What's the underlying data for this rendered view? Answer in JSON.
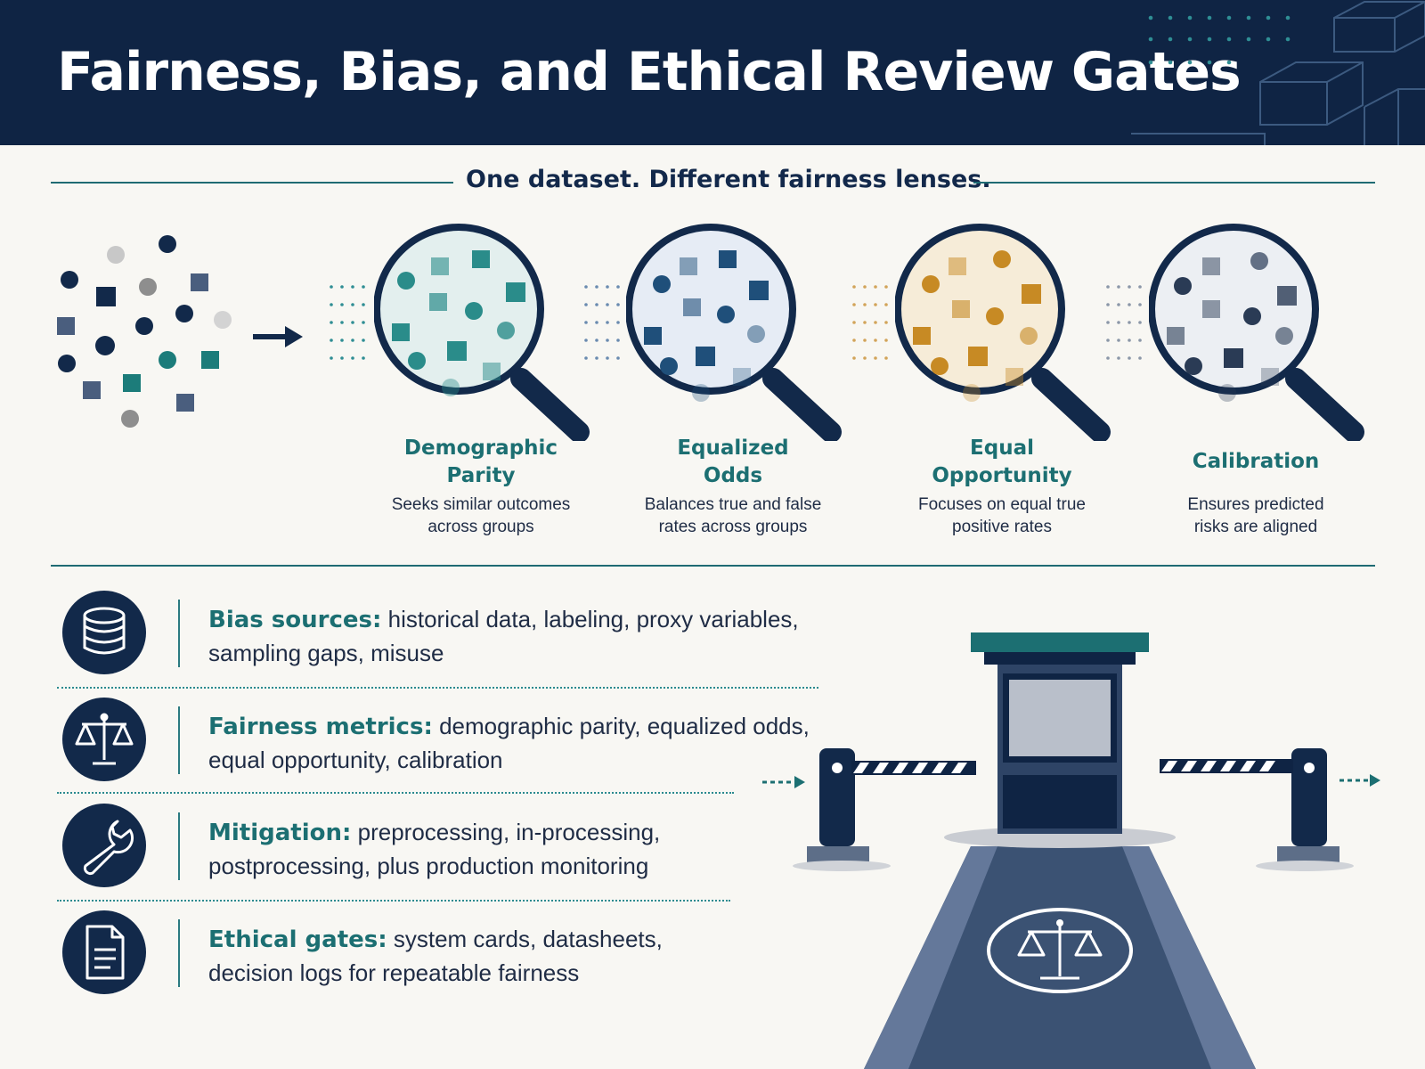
{
  "header": {
    "title": "Fairness, Bias, and Ethical Review Gates"
  },
  "subtitle": "One dataset. Different fairness lenses.",
  "lenses": [
    {
      "name_line1": "Demographic",
      "name_line2": "Parity",
      "desc_line1": "Seeks similar outcomes",
      "desc_line2": "across groups",
      "tint": "#2a8c8a"
    },
    {
      "name_line1": "Equalized",
      "name_line2": "Odds",
      "desc_line1": "Balances true and false",
      "desc_line2": "rates across groups",
      "tint": "#1f4f7a"
    },
    {
      "name_line1": "Equal",
      "name_line2": "Opportunity",
      "desc_line1": "Focuses on equal true",
      "desc_line2": "positive rates",
      "tint": "#c78a24"
    },
    {
      "name_line1": "Calibration",
      "name_line2": "",
      "desc_line1": "Ensures predicted",
      "desc_line2": "risks are aligned",
      "tint": "#2a3b55"
    }
  ],
  "items": [
    {
      "label": "Bias sources:",
      "text_line1": "historical data, labeling, proxy variables,",
      "text_line2": "sampling gaps, misuse",
      "icon": "database-icon"
    },
    {
      "label": "Fairness metrics:",
      "text_line1": "demographic parity, equalized odds,",
      "text_line2": "equal opportunity, calibration",
      "icon": "scales-icon"
    },
    {
      "label": "Mitigation:",
      "text_line1": "preprocessing, in-processing,",
      "text_line2": "postprocessing, plus production monitoring",
      "icon": "wrench-icon"
    },
    {
      "label": "Ethical gates:",
      "text_line1": "system cards, datasheets,",
      "text_line2": "decision logs for repeatable fairness",
      "icon": "document-icon"
    }
  ],
  "colors": {
    "navy": "#0f2444",
    "teal": "#1c6f72",
    "gold": "#c78a24",
    "background": "#f8f7f3"
  }
}
